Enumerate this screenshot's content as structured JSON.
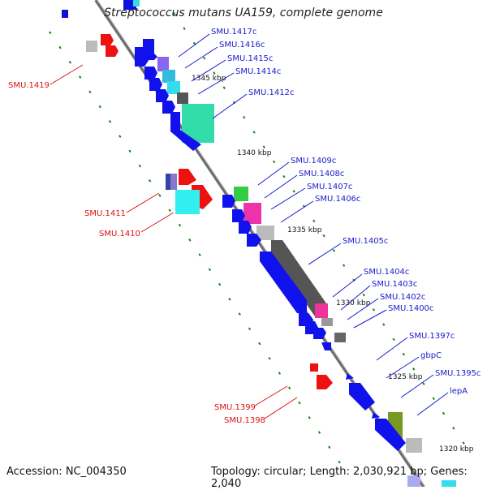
{
  "title": "Streptococcus mutans UA159, complete genome",
  "footer": {
    "accession": "Accession: NC_004350",
    "topology": "Topology: circular; Length: 2,030,921 bp; Genes: 2,040"
  },
  "colors": {
    "forward_label": "#1a1acc",
    "reverse_label": "#dd1111",
    "backbone": "#777777",
    "tick": "#118811"
  },
  "scale_marks": [
    "1345 kbp",
    "1340 kbp",
    "1335 kbp",
    "1330 kbp",
    "1325 kbp",
    "1320 kbp"
  ],
  "forward_genes": [
    "SMU.1417c",
    "SMU.1416c",
    "SMU.1415c",
    "SMU.1414c",
    "SMU.1412c",
    "SMU.1409c",
    "SMU.1408c",
    "SMU.1407c",
    "SMU.1406c",
    "SMU.1405c",
    "SMU.1404c",
    "SMU.1403c",
    "SMU.1402c",
    "SMU.1400c",
    "SMU.1397c",
    "gbpC",
    "SMU.1395c",
    "lepA"
  ],
  "reverse_genes": [
    "SMU.1419",
    "SMU.1411",
    "SMU.1410",
    "SMU.1399",
    "SMU.1398"
  ]
}
